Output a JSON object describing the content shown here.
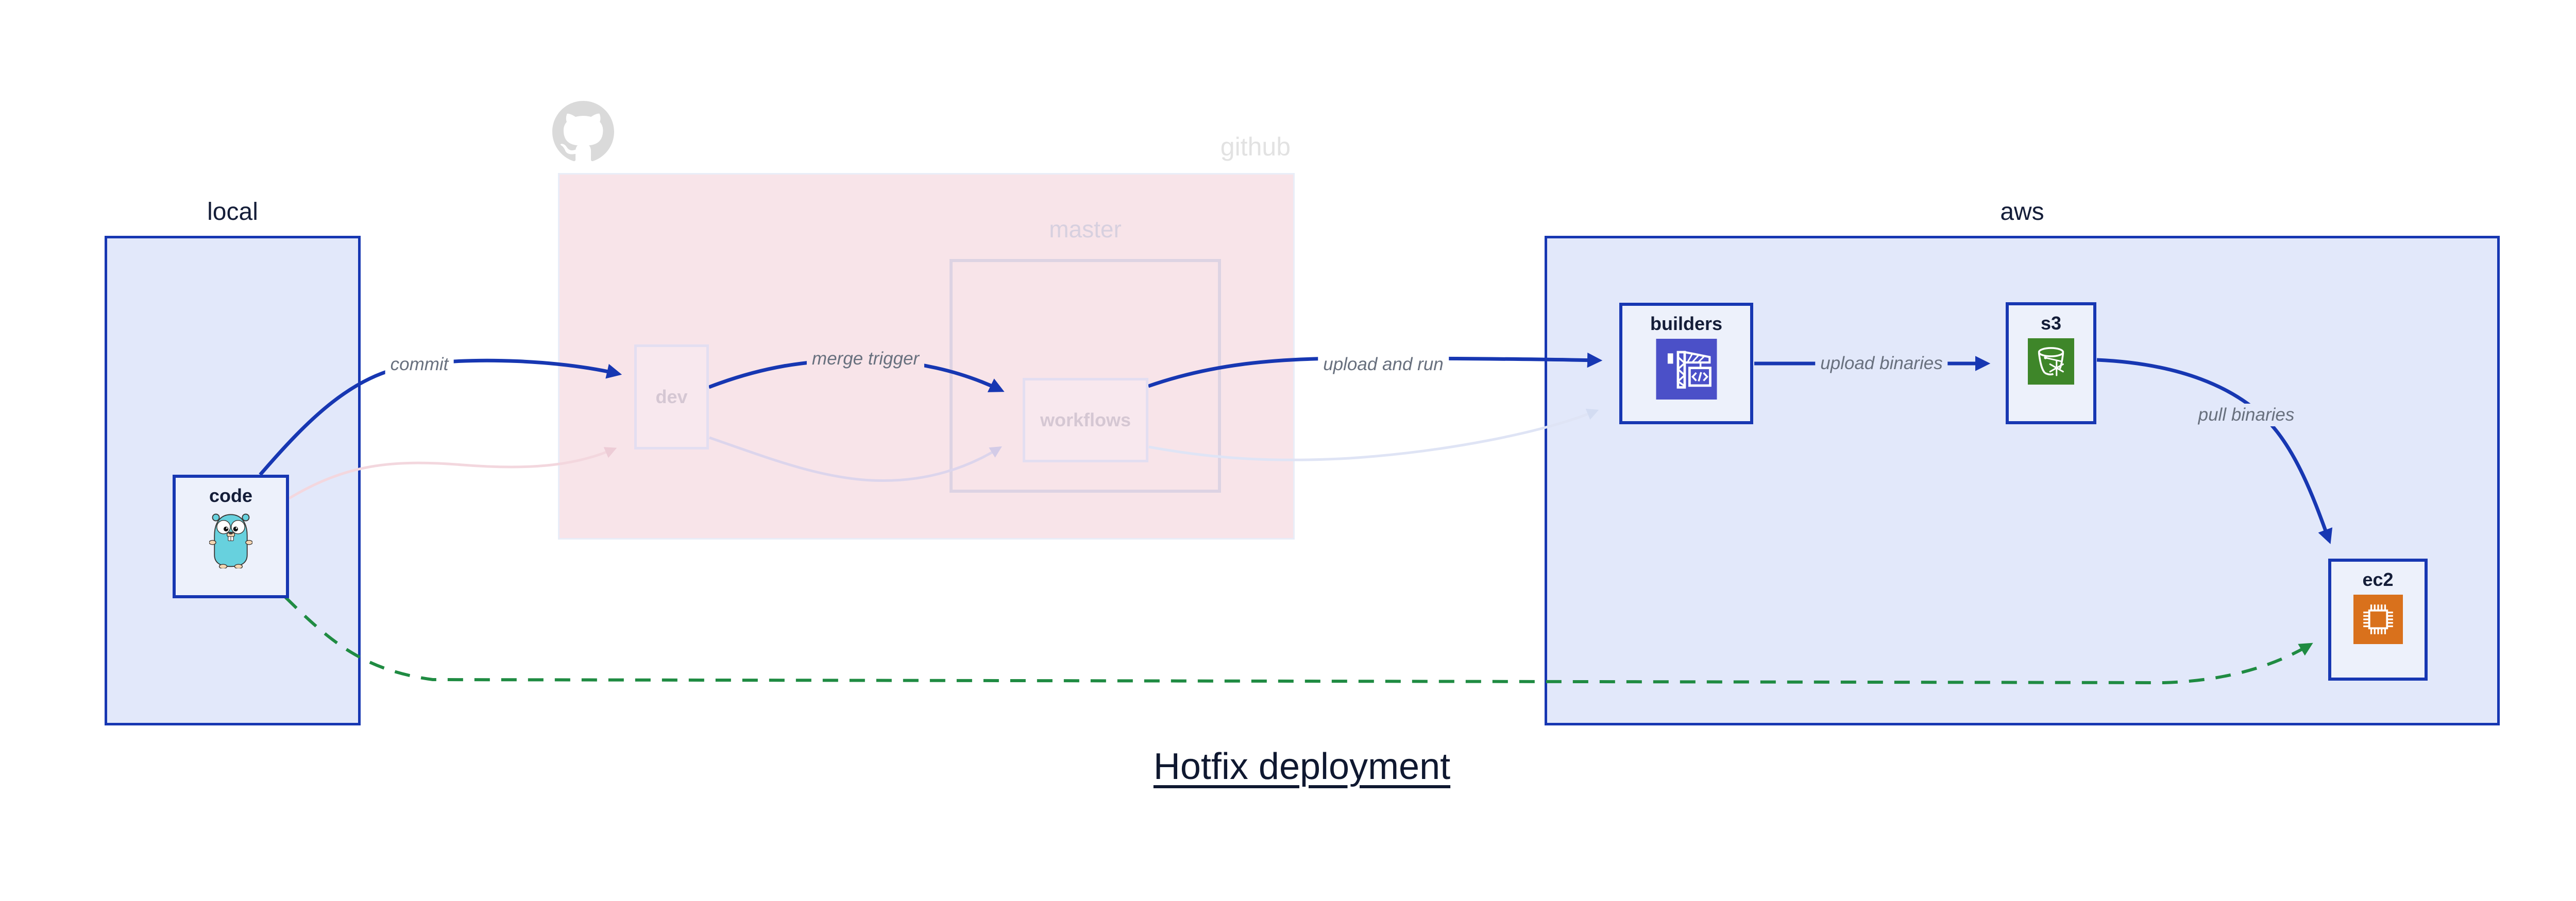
{
  "diagram_title": "Hotfix deployment",
  "containers": {
    "local": {
      "label": "local"
    },
    "github": {
      "label": "github",
      "icon": "github-octocat-icon"
    },
    "master": {
      "label": "master"
    },
    "aws": {
      "label": "aws"
    }
  },
  "nodes": {
    "code": {
      "label": "code",
      "icon": "go-gopher-icon"
    },
    "dev": {
      "label": "dev"
    },
    "workflows": {
      "label": "workflows"
    },
    "builders": {
      "label": "builders",
      "icon": "aws-codebuild-crane-icon"
    },
    "s3": {
      "label": "s3",
      "icon": "aws-s3-glacier-bucket-icon"
    },
    "ec2": {
      "label": "ec2",
      "icon": "aws-ec2-chip-icon"
    }
  },
  "edges": {
    "commit": {
      "label": "commit",
      "from": "code",
      "to": "dev",
      "style": "solid-blue"
    },
    "merge_trigger": {
      "label": "merge trigger",
      "from": "dev",
      "to": "workflows",
      "style": "solid-blue"
    },
    "upload_and_run": {
      "label": "upload and run",
      "from": "workflows",
      "to": "builders",
      "style": "solid-blue"
    },
    "upload_binaries": {
      "label": "upload binaries",
      "from": "builders",
      "to": "s3",
      "style": "solid-blue"
    },
    "pull_binaries": {
      "label": "pull binaries",
      "from": "s3",
      "to": "ec2",
      "style": "solid-blue"
    },
    "ghost_code_dev": {
      "label": "",
      "from": "code",
      "to": "dev",
      "style": "faded-pink"
    },
    "ghost_dev_workflows": {
      "label": "",
      "from": "dev",
      "to": "workflows",
      "style": "faded-lavender"
    },
    "ghost_workflows_builders": {
      "label": "",
      "from": "workflows",
      "to": "builders",
      "style": "faded-periwinkle"
    },
    "hotfix_deploy": {
      "label": "",
      "from": "code",
      "to": "ec2",
      "style": "dashed-green"
    }
  },
  "colors": {
    "accent-blue": "#1737b2",
    "container-blue-fill": "#e2e8fa",
    "node-fill": "#edf1fb",
    "github-pink": "#f8e4e9",
    "github-pink-border": "#e9edf8",
    "ghost-border": "#ddd3e3",
    "ghost-node-border": "#e3def1",
    "ghost-node-fill": "#f8e8ee",
    "ghost-text": "#d5c7d3",
    "ghost-master-text": "#d7d0df",
    "ghost-pink-line": "#f3d7de",
    "ghost-lavender-line": "#dcd5ec",
    "ghost-periwinkle-line": "#dfe4f5",
    "hotfix-green": "#1f8b42",
    "edge-label-gray": "#68707e",
    "dark-text": "#141d38",
    "muted-gray": "#e2e2e2",
    "title-text": "#0f1830",
    "codebuild-indigo": "#4b50c8",
    "s3-green": "#3e8629",
    "ec2-orange": "#d9711c",
    "gopher-teal": "#67d1de"
  }
}
